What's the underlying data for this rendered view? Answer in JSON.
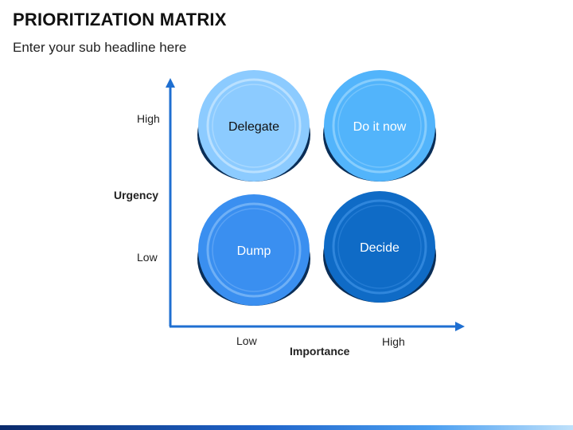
{
  "header": {
    "title": "PRIORITIZATION MATRIX",
    "subtitle": "Enter your sub headline here"
  },
  "axes": {
    "y_label": "Urgency",
    "x_label": "Importance",
    "y_high": "High",
    "y_low": "Low",
    "x_low": "Low",
    "x_high": "High"
  },
  "quadrants": {
    "delegate": "Delegate",
    "do_it_now": "Do it now",
    "dump": "Dump",
    "decide": "Decide"
  },
  "colors": {
    "axis": "#1f6fd1",
    "delegate_fill": "#8ccbff",
    "do_it_now_fill": "#52b4fb",
    "dump_fill": "#3a8ff0",
    "decide_fill": "#0f6bc6",
    "shadow": "#0a2e57"
  }
}
